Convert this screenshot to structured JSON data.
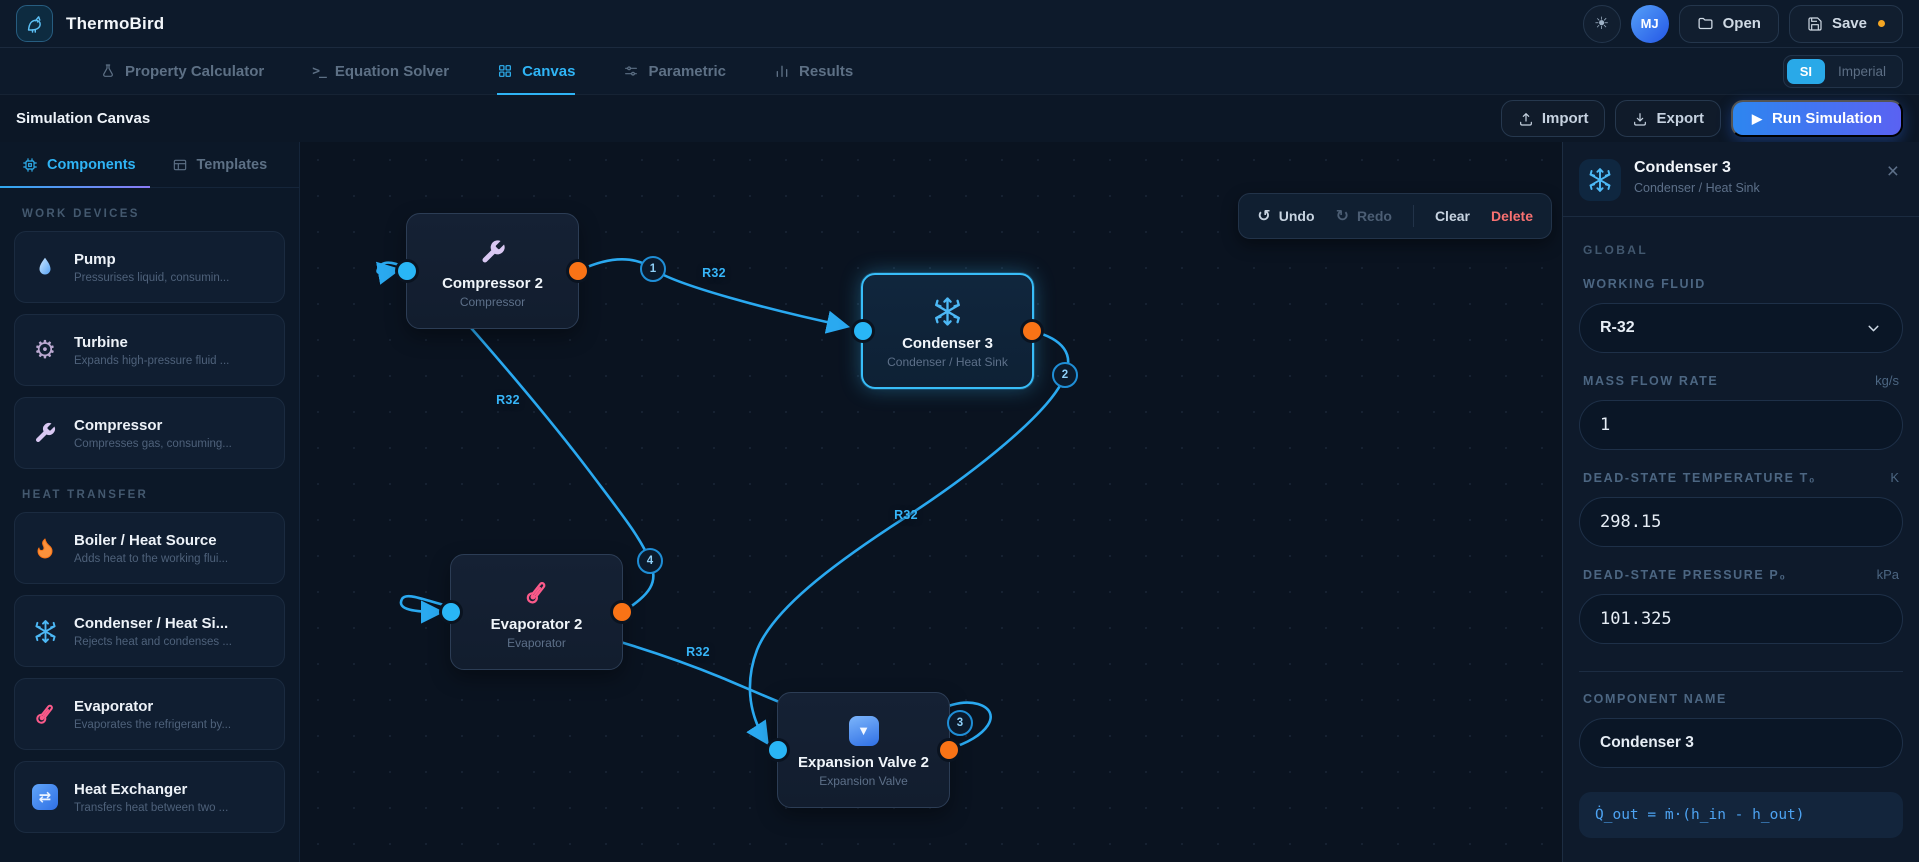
{
  "brand": "ThermoBird",
  "navbar": {
    "avatar_initials": "MJ",
    "open_label": "Open",
    "save_label": "Save"
  },
  "tabs": [
    {
      "label": "Property Calculator"
    },
    {
      "label": "Equation Solver"
    },
    {
      "label": "Canvas",
      "active": true
    },
    {
      "label": "Parametric"
    },
    {
      "label": "Results"
    }
  ],
  "units_toggle": {
    "si": "SI",
    "imperial": "Imperial",
    "selected": "SI"
  },
  "canvas_header": {
    "title": "Simulation Canvas",
    "import_label": "Import",
    "export_label": "Export",
    "run_label": "Run Simulation"
  },
  "sidebar": {
    "tabs": [
      {
        "label": "Components",
        "active": true
      },
      {
        "label": "Templates"
      }
    ],
    "sections": [
      {
        "title": "WORK DEVICES",
        "items": [
          {
            "icon": "droplet-icon",
            "name": "Pump",
            "desc": "Pressurises liquid, consumin..."
          },
          {
            "icon": "gear-icon",
            "name": "Turbine",
            "desc": "Expands high-pressure fluid ..."
          },
          {
            "icon": "wrench-icon",
            "name": "Compressor",
            "desc": "Compresses gas, consuming..."
          }
        ]
      },
      {
        "title": "HEAT TRANSFER",
        "items": [
          {
            "icon": "flame-icon",
            "name": "Boiler / Heat Source",
            "desc": "Adds heat to the working flui..."
          },
          {
            "icon": "snowflake-icon",
            "name": "Condenser / Heat Si...",
            "desc": "Rejects heat and condenses ..."
          },
          {
            "icon": "thermometer-icon",
            "name": "Evaporator",
            "desc": "Evaporates the refrigerant by..."
          },
          {
            "icon": "exchange-icon",
            "name": "Heat Exchanger",
            "desc": "Transfers heat between two ..."
          }
        ]
      }
    ]
  },
  "canvas": {
    "toolbar": {
      "undo": "Undo",
      "redo": "Redo",
      "clear": "Clear",
      "delete": "Delete"
    },
    "nodes": [
      {
        "icon": "wrench-icon",
        "title": "Compressor 2",
        "subtitle": "Compressor"
      },
      {
        "icon": "snowflake-icon",
        "title": "Condenser 3",
        "subtitle": "Condenser / Heat Sink",
        "selected": true
      },
      {
        "icon": "thermometer-icon",
        "title": "Evaporator 2",
        "subtitle": "Evaporator"
      },
      {
        "icon": "valve-icon",
        "title": "Expansion Valve 2",
        "subtitle": "Expansion Valve"
      }
    ],
    "edge_fluid": "R32",
    "badges": [
      "1",
      "2",
      "3",
      "4"
    ]
  },
  "inspector": {
    "title": "Condenser 3",
    "subtitle": "Condenser / Heat Sink",
    "global_label": "GLOBAL",
    "fields": [
      {
        "label": "WORKING FLUID",
        "value": "R-32"
      },
      {
        "label": "MASS FLOW RATE",
        "unit": "kg/s",
        "value": "1"
      },
      {
        "label": "DEAD-STATE TEMPERATURE T₀",
        "unit": "K",
        "value": "298.15"
      },
      {
        "label": "DEAD-STATE PRESSURE P₀",
        "unit": "kPa",
        "value": "101.325"
      }
    ],
    "name_field": {
      "label": "COMPONENT NAME",
      "value": "Condenser 3"
    },
    "equation": "Q̇_out = ṁ·(h_in - h_out)"
  },
  "icons": {
    "gear": "⚙",
    "exchange": "⇄",
    "valve_triangle": "▼",
    "sun": "☀",
    "undo": "↺",
    "redo": "↻",
    "play": "▶",
    "close": "×",
    "terminal": ">_"
  },
  "colors": {
    "accent": "#29b6f6",
    "selection": "#38bdf8",
    "port_input": "#29b6f6",
    "port_output": "#f97316",
    "edge": "#2aa9f0",
    "delete": "#f87171",
    "unsaved_dot": "#f5a623",
    "run_gradient_start": "#2d86f0",
    "run_gradient_end": "#5a62f2"
  }
}
